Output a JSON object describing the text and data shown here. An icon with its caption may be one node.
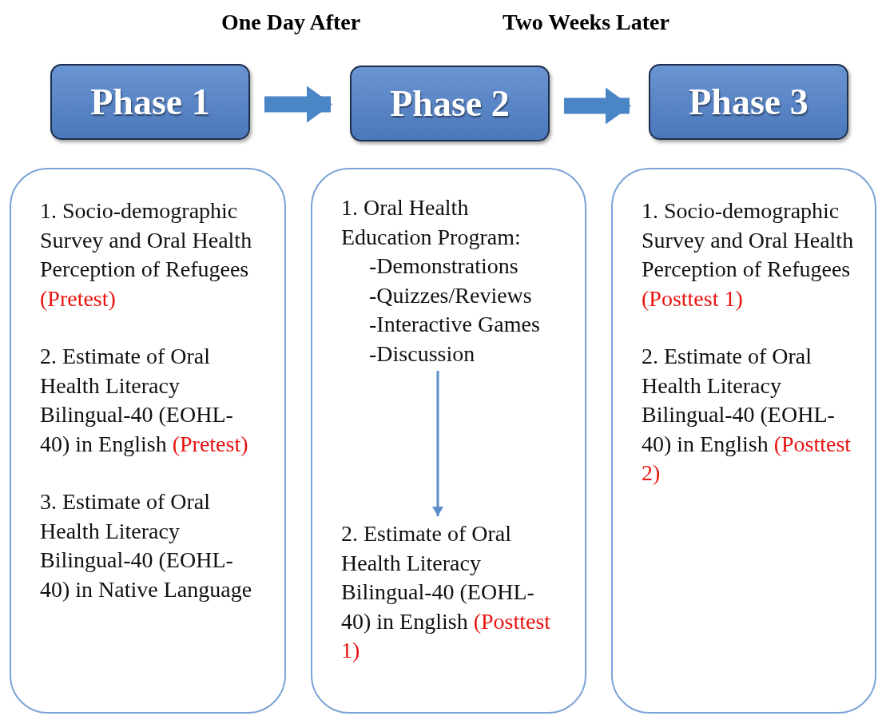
{
  "diagram": {
    "nodes": [
      {
        "text": [
          "Phase 1"
        ]
      },
      {
        "text": [
          "Phase 2"
        ]
      },
      {
        "text": [
          "Phase 3"
        ]
      },
      {
        "text": [
          "1. Socio-demographic Survey and Oral Health Perception of Refugees",
          "(Pretest)",
          "2. Estimate of Oral Health Literacy Bilingual-40 (EOHL-40) in English",
          "(Pretest)",
          "3. Estimate of Oral Health Literacy Bilingual-40 (EOHL-40) in Native Language"
        ]
      },
      {
        "text": [],
        "shape": "box"
      },
      {
        "text": [
          "1. Oral Health Education Program:",
          "-Demonstrations",
          "-Quizzes/Reviews",
          "-Interactive Games",
          "-Discussion"
        ],
        "in": 4
      },
      {
        "text": [
          "2. Estimate of Oral Health Literacy Bilingual-40 (EOHL-40) in English",
          "(Posttest 1)"
        ],
        "in": 4
      },
      {
        "text": [
          "1. Socio-demographic Survey and Oral Health Perception of Refugees",
          "(Posttest 1)",
          "2. Estimate of Oral Health Literacy Bilingual-40 (EOHL-40) in English",
          "(Posttest 2)"
        ]
      }
    ],
    "edges": [
      {
        "from": 0,
        "to": 1,
        "arrow": "to"
      },
      {
        "from": 1,
        "to": 2,
        "arrow": "to"
      },
      {
        "from": 5,
        "to": 6,
        "arrow": "to"
      }
    ],
    "labels": [
      "One Day After",
      "Two Weeks Later"
    ]
  }
}
